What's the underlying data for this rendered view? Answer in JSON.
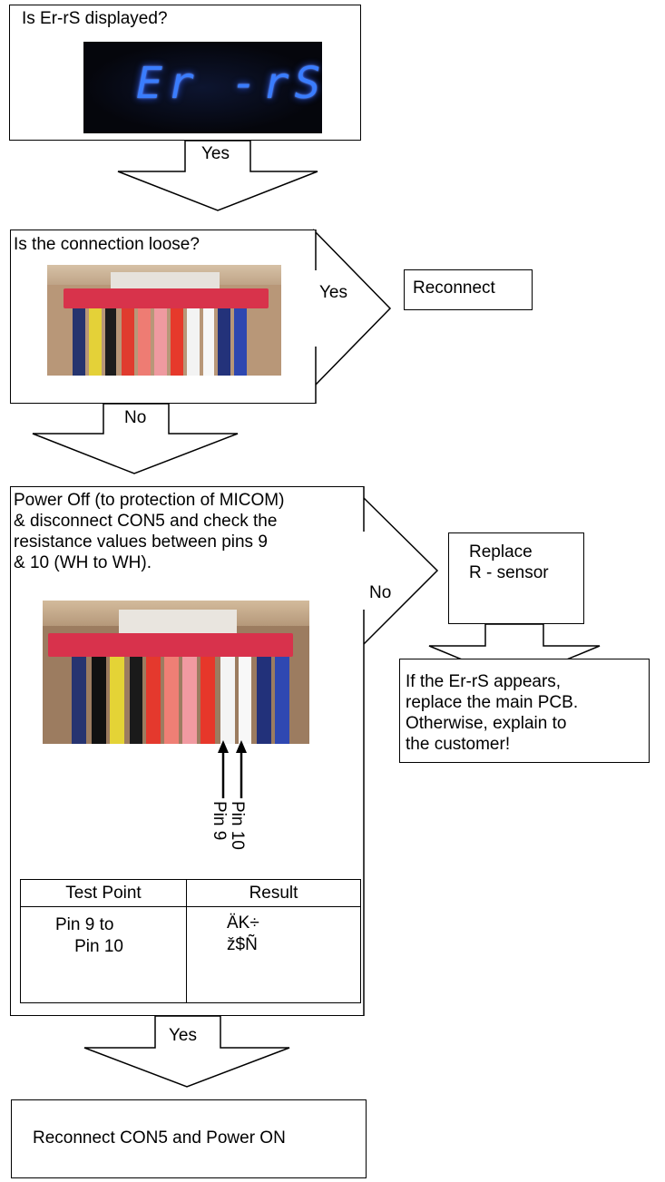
{
  "steps": {
    "q1": "Is Er-rS displayed?",
    "display_code": "Er -rS",
    "yes1": "Yes",
    "q2": "Is the connection loose?",
    "yes2": "Yes",
    "reconnect": "Reconnect",
    "no1": "No",
    "q3": "Power Off (to protection of MICOM)\n& disconnect CON5 and check the\nresistance values between pins 9\n& 10 (WH to WH).",
    "no2": "No",
    "replace": "Replace\nR - sensor",
    "note": "If the Er-rS appears,\nreplace the main PCB.\nOtherwise, explain to\nthe customer!",
    "pin9": "Pin 9",
    "pin10": "Pin 10",
    "yes3": "Yes",
    "final": "Reconnect CON5 and Power ON"
  },
  "table": {
    "headers": [
      "Test Point",
      "Result"
    ],
    "test_point": "Pin 9 to\n    Pin 10",
    "result": "ÄK÷\nž$Ñ"
  }
}
